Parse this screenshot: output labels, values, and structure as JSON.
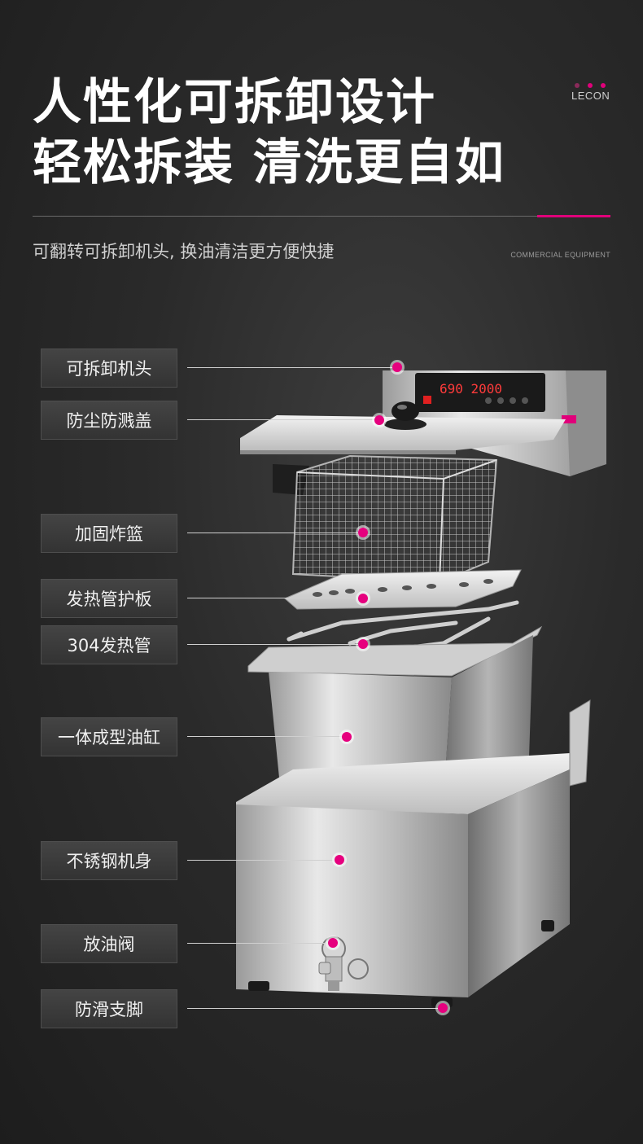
{
  "header": {
    "title_line1": "人性化可拆卸设计",
    "title_line2": "轻松拆装 清洗更自如",
    "brand": "LECON",
    "subtitle": "可翻转可拆卸机头, 换油清洁更方便快捷",
    "tag": "COMMERCIAL EQUIPMENT"
  },
  "display": {
    "readout": "690 2000"
  },
  "parts": [
    {
      "label": "可拆卸机头"
    },
    {
      "label": "防尘防溅盖"
    },
    {
      "label": "加固炸篮"
    },
    {
      "label": "发热管护板"
    },
    {
      "label": "304发热管"
    },
    {
      "label": "一体成型油缸"
    },
    {
      "label": "不锈钢机身"
    },
    {
      "label": "放油阀"
    },
    {
      "label": "防滑支脚"
    }
  ],
  "colors": {
    "accent": "#e6007e",
    "background": "#2a2a2a",
    "text": "#ffffff"
  }
}
